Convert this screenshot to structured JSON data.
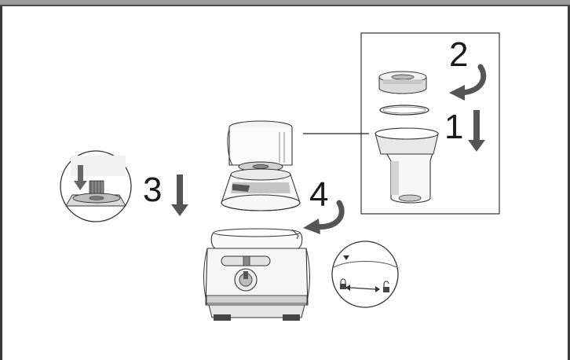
{
  "steps": {
    "s1": "1",
    "s2": "2",
    "s3": "3",
    "s4": "4"
  },
  "colors": {
    "line": "#222222",
    "arrow": "#555555",
    "arrow_dark": "#333333",
    "fill_light": "#f4f4f4",
    "fill_mid": "#d8d8d8",
    "fill_dark": "#9a9a9a"
  }
}
